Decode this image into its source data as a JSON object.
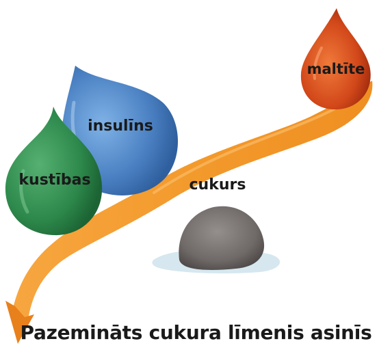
{
  "labels": {
    "meal": "maltīte",
    "insulin": "insulīns",
    "exercise": "kustības",
    "sugar": "cukurs"
  },
  "caption": "Pazemināts cukura līmenis asinīs",
  "colors": {
    "meal_drop": "#d9531e",
    "insulin_drop": "#4f86c6",
    "exercise_drop": "#2e8a4c",
    "sugar_ribbon": "#f29a2e",
    "stone": "#7a7574"
  }
}
